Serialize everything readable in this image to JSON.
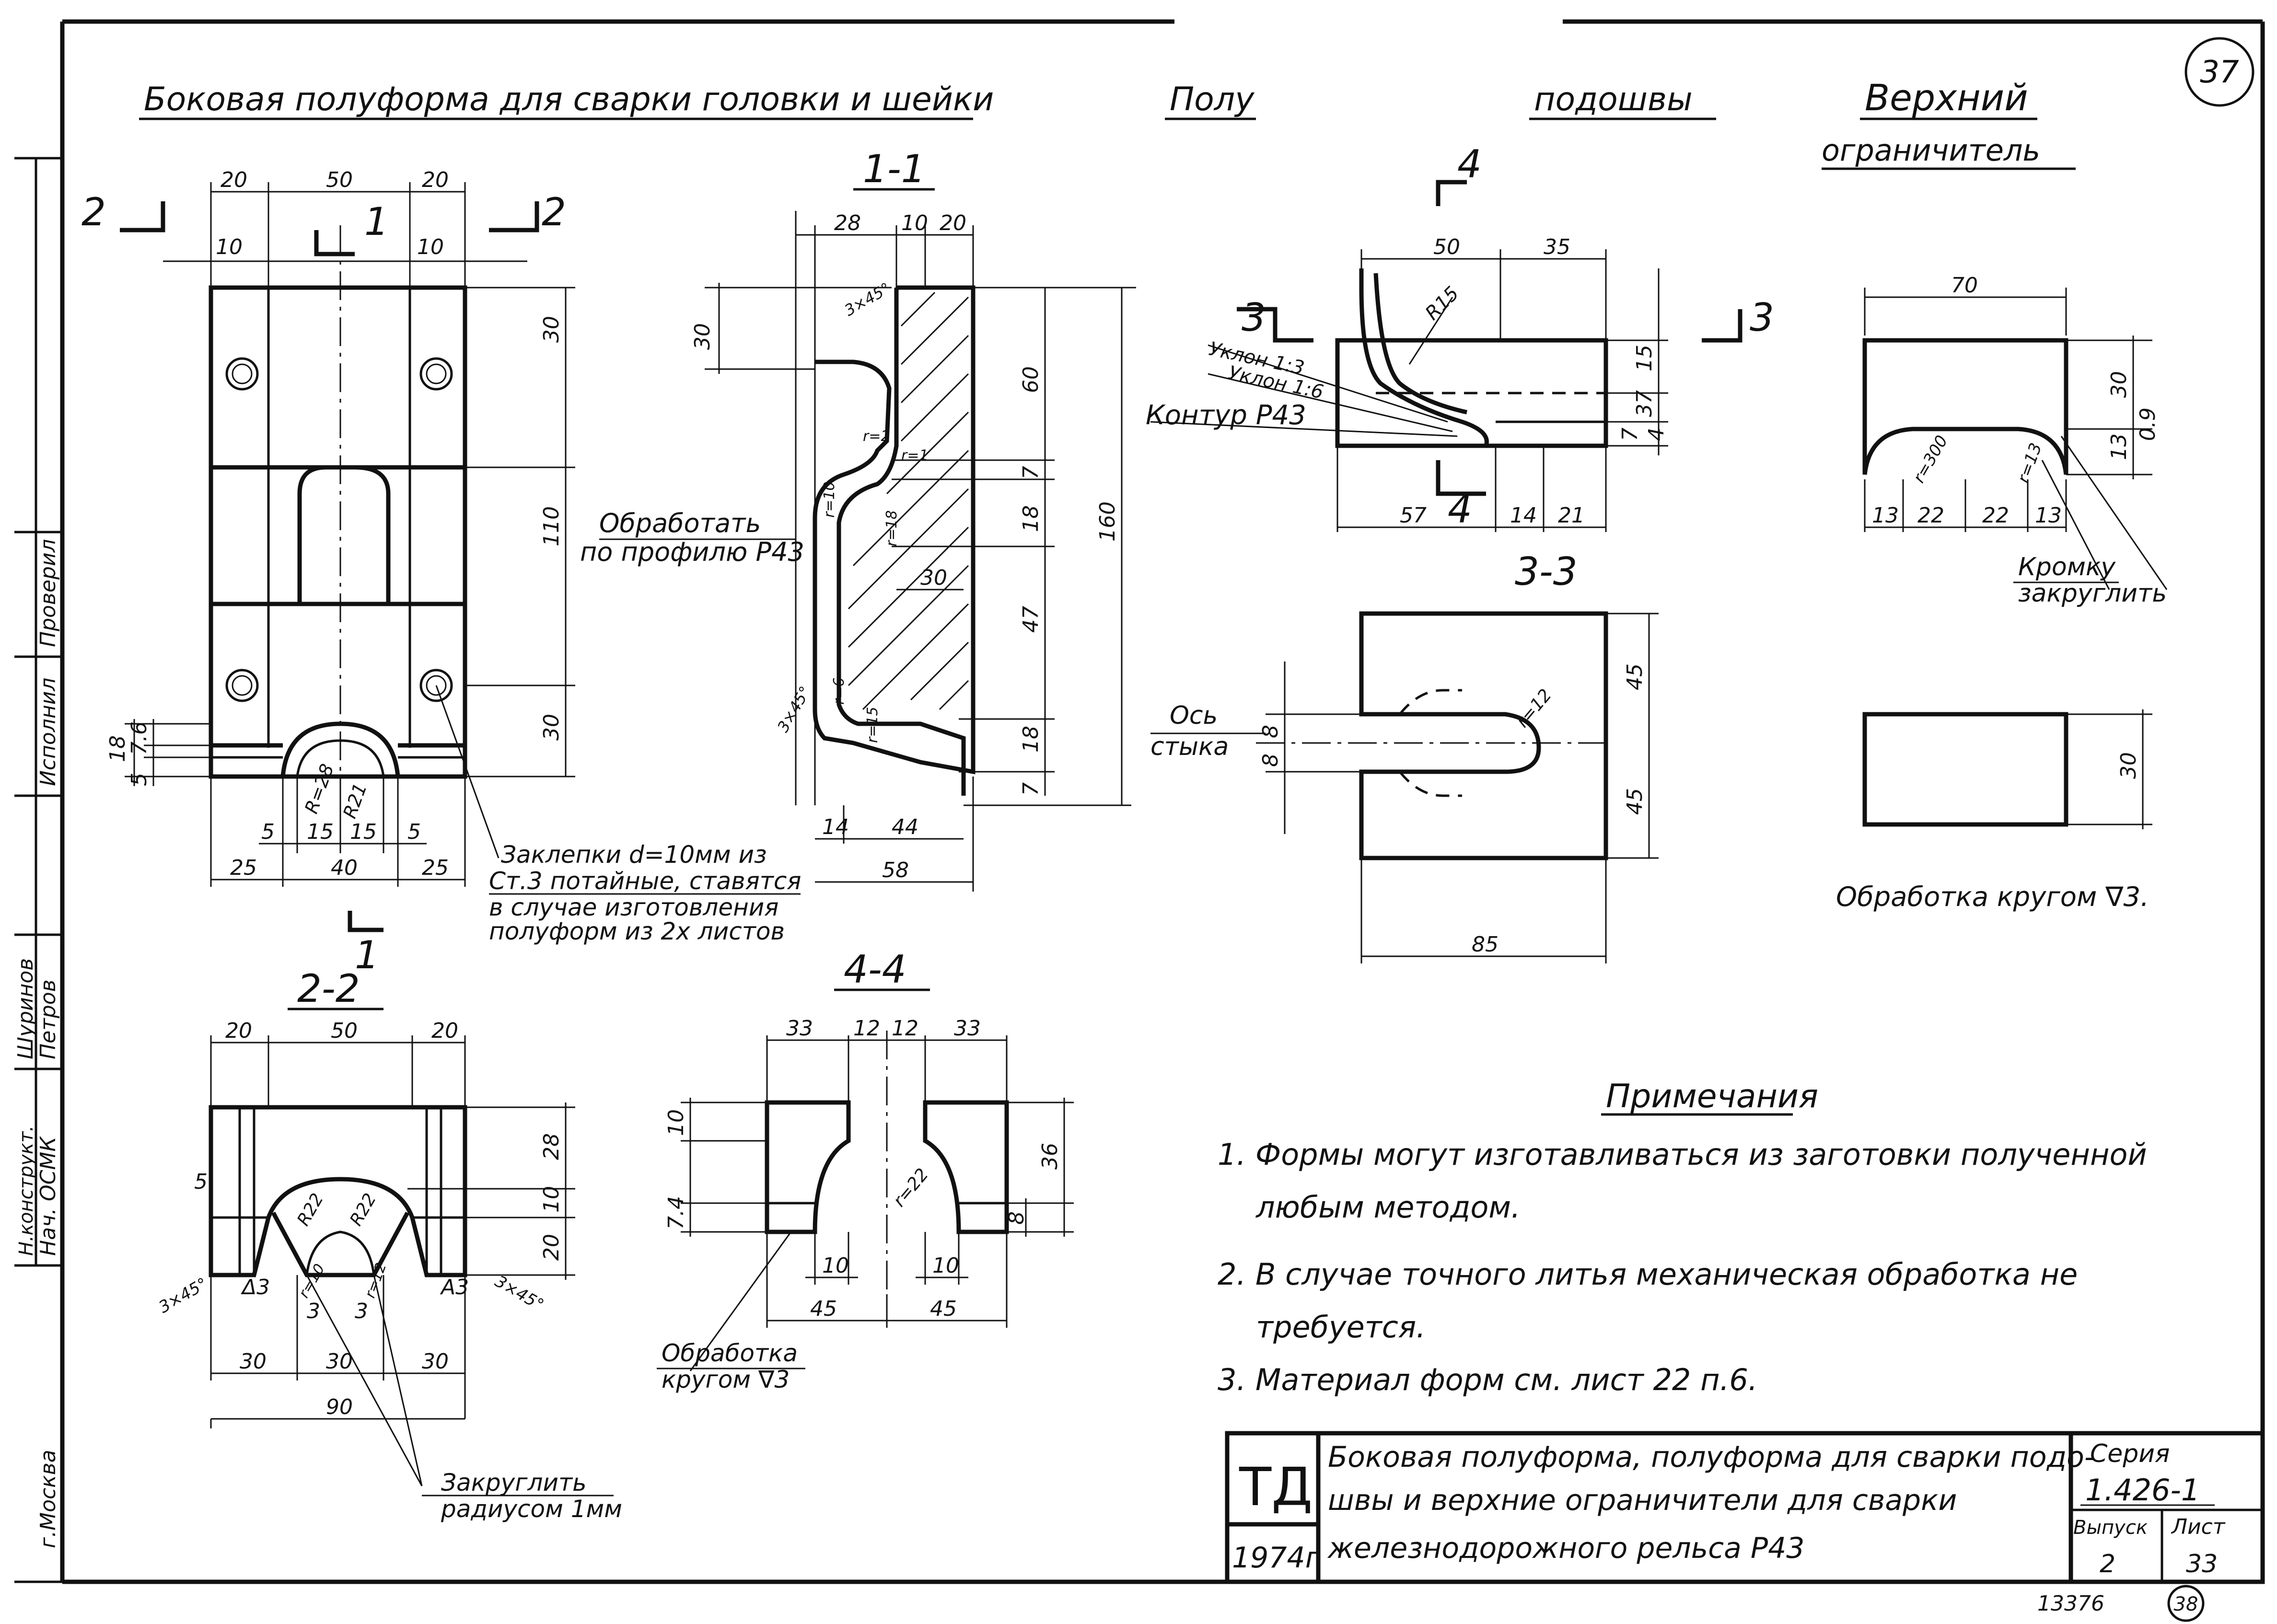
{
  "sheet": {
    "page_number": "37",
    "bottom_mark": "13376",
    "bottom_circle": "38"
  },
  "titles": {
    "side_half_form": "Боковая полуформа для сварки головки и шейки",
    "half_form_sole_left": "Полу",
    "half_form_sole_right": "подошвы",
    "upper_limiter_1": "Верхний",
    "upper_limiter_2": "ограничитель"
  },
  "sections": {
    "s11": "1-1",
    "s22": "2-2",
    "s33": "3-3",
    "s44": "4-4",
    "cut1": "1",
    "cut2": "2",
    "cut3": "3",
    "cut4": "4"
  },
  "annotations": {
    "process_profile_1": "Обработать",
    "process_profile_2": "по профилю Р43",
    "rivets_1": "Заклепки d=10мм из",
    "rivets_2": "Ст.3 потайные, ставятся",
    "rivets_3": "в случае изготовления",
    "rivets_4": "полуформ из 2х листов",
    "slope_13": "Уклон 1:3",
    "slope_16": "Уклон 1:6",
    "contour": "Контур Р43",
    "axis_joint_1": "Ось",
    "axis_joint_2": "стыка",
    "round_edges_1": "Кромку",
    "round_edges_2": "закруглить",
    "round_finish": "Обработка кругом ∇3.",
    "round_finish_44_1": "Обработка",
    "round_finish_44_2": "кругом ∇3",
    "fillet_1": "Закруглить",
    "fillet_2": "радиусом 1мм",
    "chamfer_3x45": "3×45°",
    "r28": "R=28",
    "r21": "R21",
    "r22": "R22",
    "r15": "R15",
    "r12": "r=12",
    "r22b": "r=22",
    "r300": "r=300",
    "r13": "r=13"
  },
  "dimensions": {
    "main_top": [
      "20",
      "50",
      "20"
    ],
    "main_inner": [
      "10",
      "10"
    ],
    "main_right": [
      "30",
      "110",
      "30"
    ],
    "main_left": [
      "18",
      "5",
      "7.6"
    ],
    "main_bottom_1": [
      "5",
      "15",
      "15",
      "5"
    ],
    "main_bottom_2": [
      "25",
      "40",
      "25"
    ],
    "s11_top": [
      "28",
      "10",
      "20"
    ],
    "s11_left": "30",
    "s11_right": [
      "60",
      "7",
      "18",
      "47",
      "18",
      "7"
    ],
    "s11_overall": "160",
    "s11_inner": "30",
    "s11_bottom": [
      "14",
      "44"
    ],
    "s11_total": "58",
    "s11_small": [
      "r=2",
      "r=1",
      "r=10",
      "r=18",
      "r=6",
      "r=15"
    ],
    "sole_top": [
      "50",
      "35"
    ],
    "sole_right": [
      "15",
      "37",
      "7",
      "4"
    ],
    "sole_bottom": [
      "57",
      "14",
      "21"
    ],
    "s33_right": [
      "45",
      "45"
    ],
    "s33_left": [
      "8",
      "8"
    ],
    "s33_bottom": "85",
    "limiter_top": "70",
    "limiter_right": [
      "30",
      "13",
      "0.9"
    ],
    "limiter_bottom": [
      "13",
      "22",
      "22",
      "13"
    ],
    "limiter_lower_right": "30",
    "s22_top": [
      "20",
      "50",
      "20"
    ],
    "s22_right": [
      "28",
      "10",
      "20"
    ],
    "s22_left": "5",
    "s22_bottom": [
      "30",
      "30",
      "30"
    ],
    "s22_total": "90",
    "s22_inner": [
      "3",
      "3",
      "r=10",
      "r=12",
      "A3",
      "Δ3"
    ],
    "s44_top": [
      "33",
      "12",
      "12",
      "33"
    ],
    "s44_left": [
      "10",
      "7.4"
    ],
    "s44_right": [
      "36",
      "8"
    ],
    "s44_bottom": [
      "10",
      "10"
    ],
    "s44_bottom2": [
      "45",
      "45"
    ]
  },
  "notes": {
    "heading": "Примечания",
    "n1a": "1. Формы могут изготавливаться из заготовки полученной",
    "n1b": "любым методом.",
    "n2a": "2. В случае точного литья механическая обработка не",
    "n2b": "требуется.",
    "n3": "3. Материал форм см. лист 22 п.6."
  },
  "stamp": {
    "org": "ТД",
    "year": "1974г",
    "desc_1": "Боковая полуформа, полуформа для сварки подо-",
    "desc_2": "швы и верхние ограничители для сварки",
    "desc_3": "железнодорожного рельса Р43",
    "series_label": "Серия",
    "series_value": "1.426-1",
    "issue_label": "Выпуск",
    "issue_value": "2",
    "sheet_label": "Лист",
    "sheet_value": "33"
  },
  "side_stamp": {
    "city": "г.Москва",
    "r1": "Нач. ОСМК",
    "r2": "Н.конструкт.",
    "r3": "Шуринов",
    "r4": "Петров",
    "r5": "Исполнил",
    "r6": "Проверил"
  }
}
